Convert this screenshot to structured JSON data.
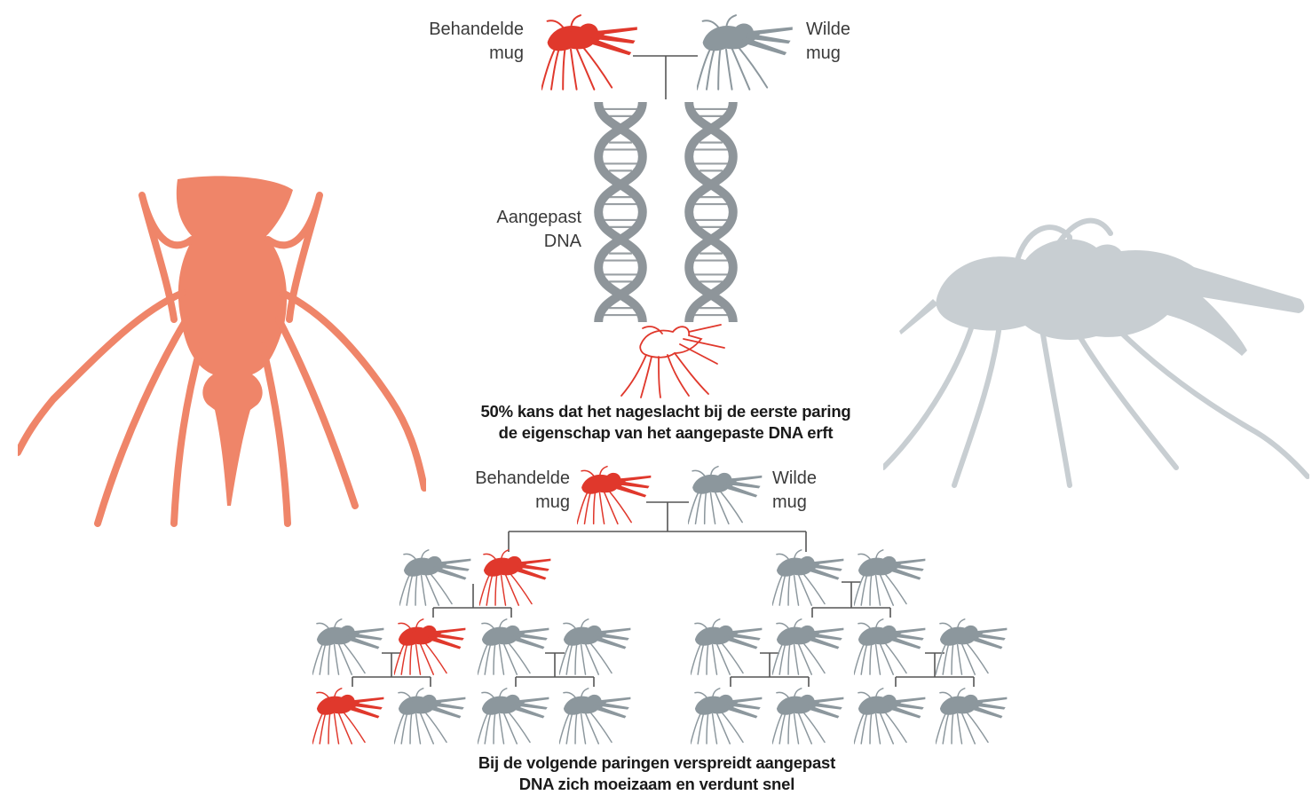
{
  "labels": {
    "top_treated": [
      "Behandelde",
      "mug"
    ],
    "top_wild": [
      "Wilde",
      "mug"
    ],
    "dna": [
      "Aangepast",
      "DNA"
    ],
    "mid_treated": [
      "Behandelde",
      "mug"
    ],
    "mid_wild": [
      "Wilde",
      "mug"
    ]
  },
  "captions": {
    "first": [
      "50% kans dat het nageslacht bij de eerste paring",
      "de eigenschap van het aangepaste DNA erft"
    ],
    "second": [
      "Bij de volgende paringen verspreidt aangepast",
      "DNA zich moeizaam en verdunt snel"
    ]
  },
  "colors": {
    "treated": "#e0382c",
    "wild": "#8c979d",
    "big_treated": "#ef8569",
    "big_wild": "#c8ced2",
    "dna_strand": "#8e959a",
    "lines": "#555555"
  },
  "icons": {
    "mosquito": "mosquito-icon",
    "dna": "dna-helix-icon"
  }
}
